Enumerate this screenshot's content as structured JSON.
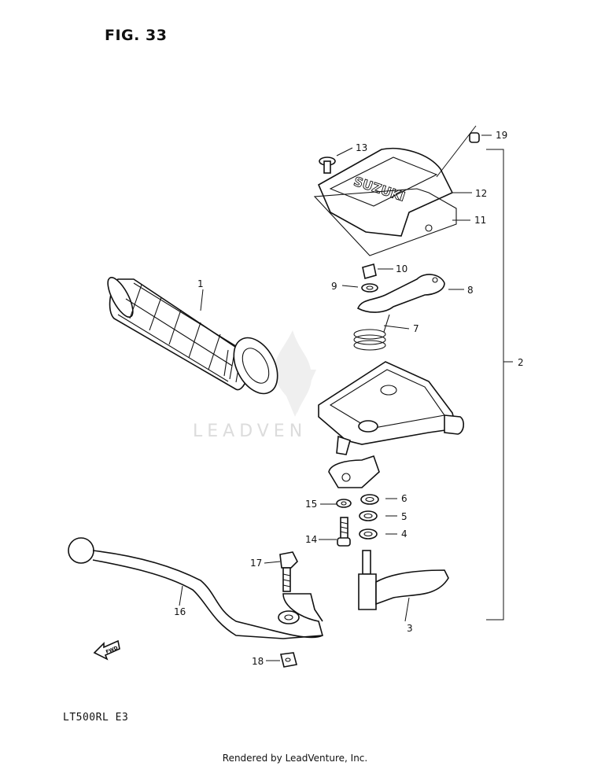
{
  "figure": {
    "title": "FIG. 33",
    "model_code": "LT500RL  E3",
    "brand_on_cover": "SUZUKI"
  },
  "watermark": {
    "text": "LEADVEN"
  },
  "footer": {
    "rendered_by": "Rendered by LeadVenture, Inc."
  },
  "fwd_arrow_label": "FWD",
  "callouts": [
    "1",
    "2",
    "3",
    "4",
    "5",
    "6",
    "7",
    "8",
    "9",
    "10",
    "11",
    "12",
    "13",
    "14",
    "15",
    "16",
    "17",
    "18",
    "19"
  ]
}
